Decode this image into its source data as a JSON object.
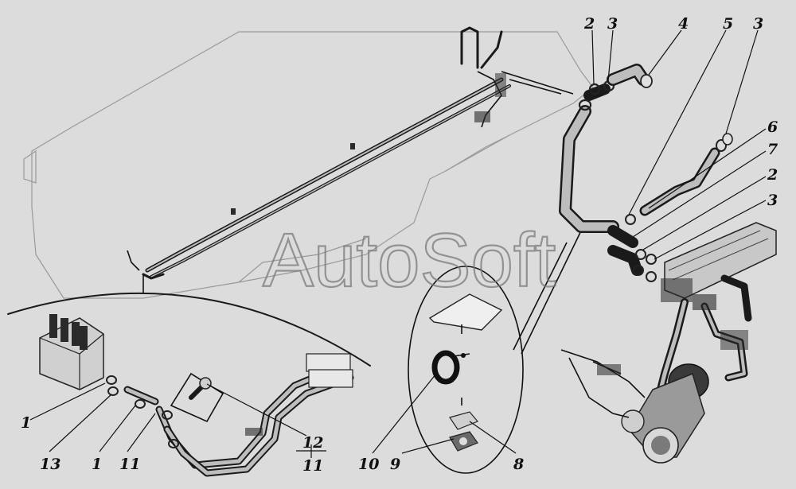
{
  "watermark": "AutoSoft",
  "callouts": {
    "c1a": "1",
    "c13": "13",
    "c1b": "1",
    "c11a": "11",
    "c12": "12",
    "c11b": "11",
    "c10": "10",
    "c9": "9",
    "c8": "8",
    "c2a": "2",
    "c3a": "3",
    "c4": "4",
    "c5": "5",
    "c3b": "3",
    "c6": "6",
    "c7": "7",
    "c2b": "2",
    "c3c": "3"
  },
  "colors": {
    "background": "#dcdcdc",
    "ink": "#1a1a1a",
    "frame": "#9a9a9a"
  }
}
